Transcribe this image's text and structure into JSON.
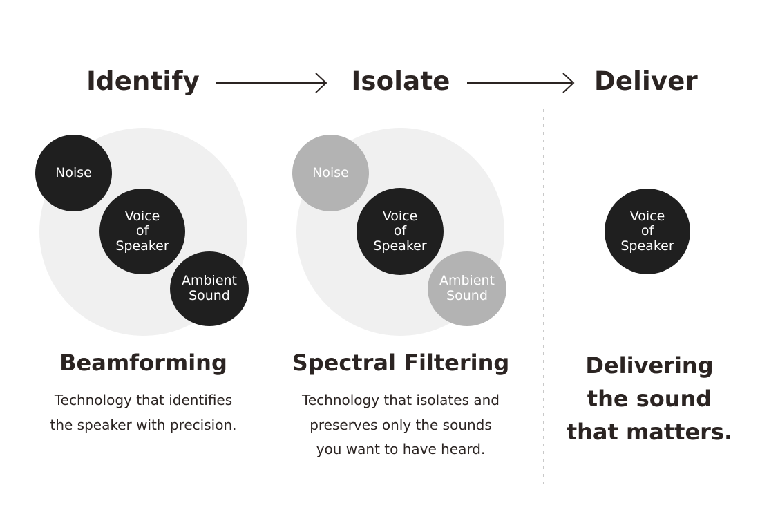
{
  "header": {
    "phases": [
      {
        "label": "Identify"
      },
      {
        "label": "Isolate"
      },
      {
        "label": "Deliver"
      }
    ],
    "arrow_icon": "arrow-right-icon"
  },
  "diagram": {
    "groups": [
      {
        "name": "beamforming",
        "halo": {
          "fill": "#f0f0f0"
        },
        "bubbles": [
          {
            "label": "Noise",
            "state": "active",
            "fill": "#1f1f1f",
            "text_color": "#ffffff"
          },
          {
            "label": "Voice\nof\nSpeaker",
            "state": "active",
            "fill": "#1f1f1f",
            "text_color": "#ffffff"
          },
          {
            "label": "Ambient\nSound",
            "state": "active",
            "fill": "#1f1f1f",
            "text_color": "#ffffff"
          }
        ]
      },
      {
        "name": "spectral-filtering",
        "halo": {
          "fill": "#f0f0f0"
        },
        "bubbles": [
          {
            "label": "Noise",
            "state": "muted",
            "fill": "#b3b3b3",
            "text_color": "#ffffff"
          },
          {
            "label": "Voice\nof\nSpeaker",
            "state": "active",
            "fill": "#1f1f1f",
            "text_color": "#ffffff"
          },
          {
            "label": "Ambient\nSound",
            "state": "muted",
            "fill": "#b3b3b3",
            "text_color": "#ffffff"
          }
        ]
      },
      {
        "name": "delivered",
        "bubbles": [
          {
            "label": "Voice\nof\nSpeaker",
            "state": "active",
            "fill": "#1f1f1f",
            "text_color": "#ffffff"
          }
        ]
      }
    ]
  },
  "columns": [
    {
      "title": "Beamforming",
      "body": "Technology that identifies\nthe speaker with precision."
    },
    {
      "title": "Spectral Filtering",
      "body": "Technology that isolates and\npreserves only the sounds\nyou want to have heard."
    },
    {
      "title": "Delivering\nthe sound\nthat matters.",
      "body": ""
    }
  ],
  "divider": {
    "style": "dotted-vertical",
    "color": "#c9c9c9"
  },
  "palette": {
    "background": "#ffffff",
    "text": "#2b2422",
    "bubble_active": "#1f1f1f",
    "bubble_muted": "#b3b3b3",
    "halo": "#f0f0f0",
    "divider": "#c9c9c9"
  }
}
